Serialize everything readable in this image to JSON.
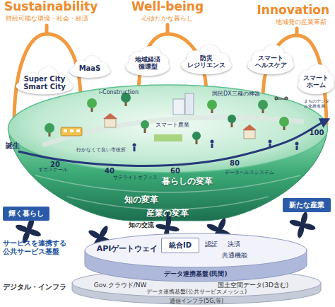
{
  "diagram": {
    "nodes": [
      {
        "text": [
          "Super City Smart City"
        ]
      },
      {
        "text": [
          "MaaS"
        ]
      },
      {
        "text": [
          "地域経済 循環型"
        ]
      },
      {
        "text": [
          "防災 レジリエンス"
        ]
      },
      {
        "text": [
          "スマート ヘルスケア"
        ]
      },
      {
        "text": [
          "スマート ホーム"
        ]
      },
      {
        "text": [
          "暮らしの変革",
          "知の変革",
          "産業の変革"
        ]
      },
      {
        "text": [
          "輝く暮らし"
        ]
      },
      {
        "text": [
          "新たな産業"
        ]
      },
      {
        "text": [
          "APIゲートウェイ",
          "認証",
          "決済",
          "共通機能",
          "データ連携基盤(民間)"
        ]
      },
      {
        "text": [
          "統合ID"
        ],
        "in": 9
      },
      {
        "text": [
          "Gov.クラウド/NW",
          "国土空間データ(3D含む)",
          "データ連携基盤(公共サービスメッシュ)",
          "通信インフラ(5G,等)"
        ]
      }
    ],
    "labels": [
      "Sustainability",
      "持続可能な環境・社会・経済",
      "Well-being",
      "心ゆたかな暮らし",
      "Innovation",
      "地域発の産業革新",
      "i-Construction",
      "国民DX三種の神器",
      "まちのデジタル化推進員",
      "スマート農業",
      "誕生",
      "行かなくて良い市役所",
      "ギガスクール",
      "20",
      "40",
      "60",
      "80",
      "100",
      "サテライトオフィス",
      "データヘルスシステム",
      "知の交流",
      "サービスを連携する 公共サービス基盤",
      "デジタル・インフラ"
    ]
  }
}
